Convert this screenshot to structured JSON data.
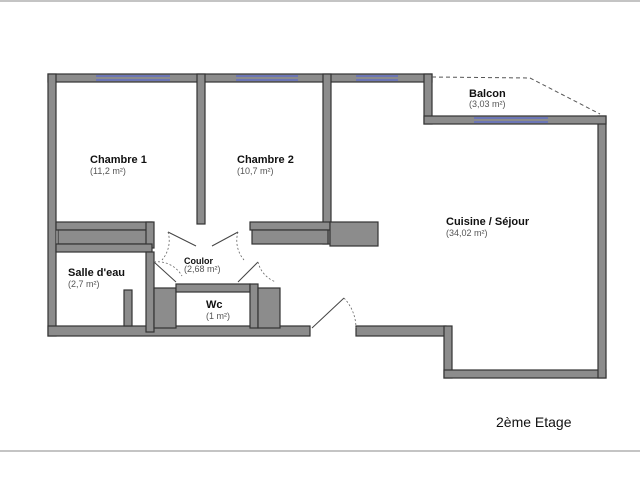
{
  "floor_label": "2ème Etage",
  "colors": {
    "wall": "#8c8c8c",
    "window": "#5a6ad0",
    "text": "#111111",
    "area_text": "#555555"
  },
  "rooms": {
    "chambre1": {
      "name": "Chambre 1",
      "area": "(11,2 m²)"
    },
    "chambre2": {
      "name": "Chambre 2",
      "area": "(10,7 m²)"
    },
    "balcon": {
      "name": "Balcon",
      "area": "(3,03 m²)"
    },
    "cuisine": {
      "name": "Cuisine / Séjour",
      "area": "(34,02 m²)"
    },
    "couloir": {
      "name": "Coulor",
      "area": "(2,68 m²)"
    },
    "salle_eau": {
      "name": "Salle d'eau",
      "area": "(2,7 m²)"
    },
    "wc": {
      "name": "Wc",
      "area": "(1 m²)"
    }
  }
}
